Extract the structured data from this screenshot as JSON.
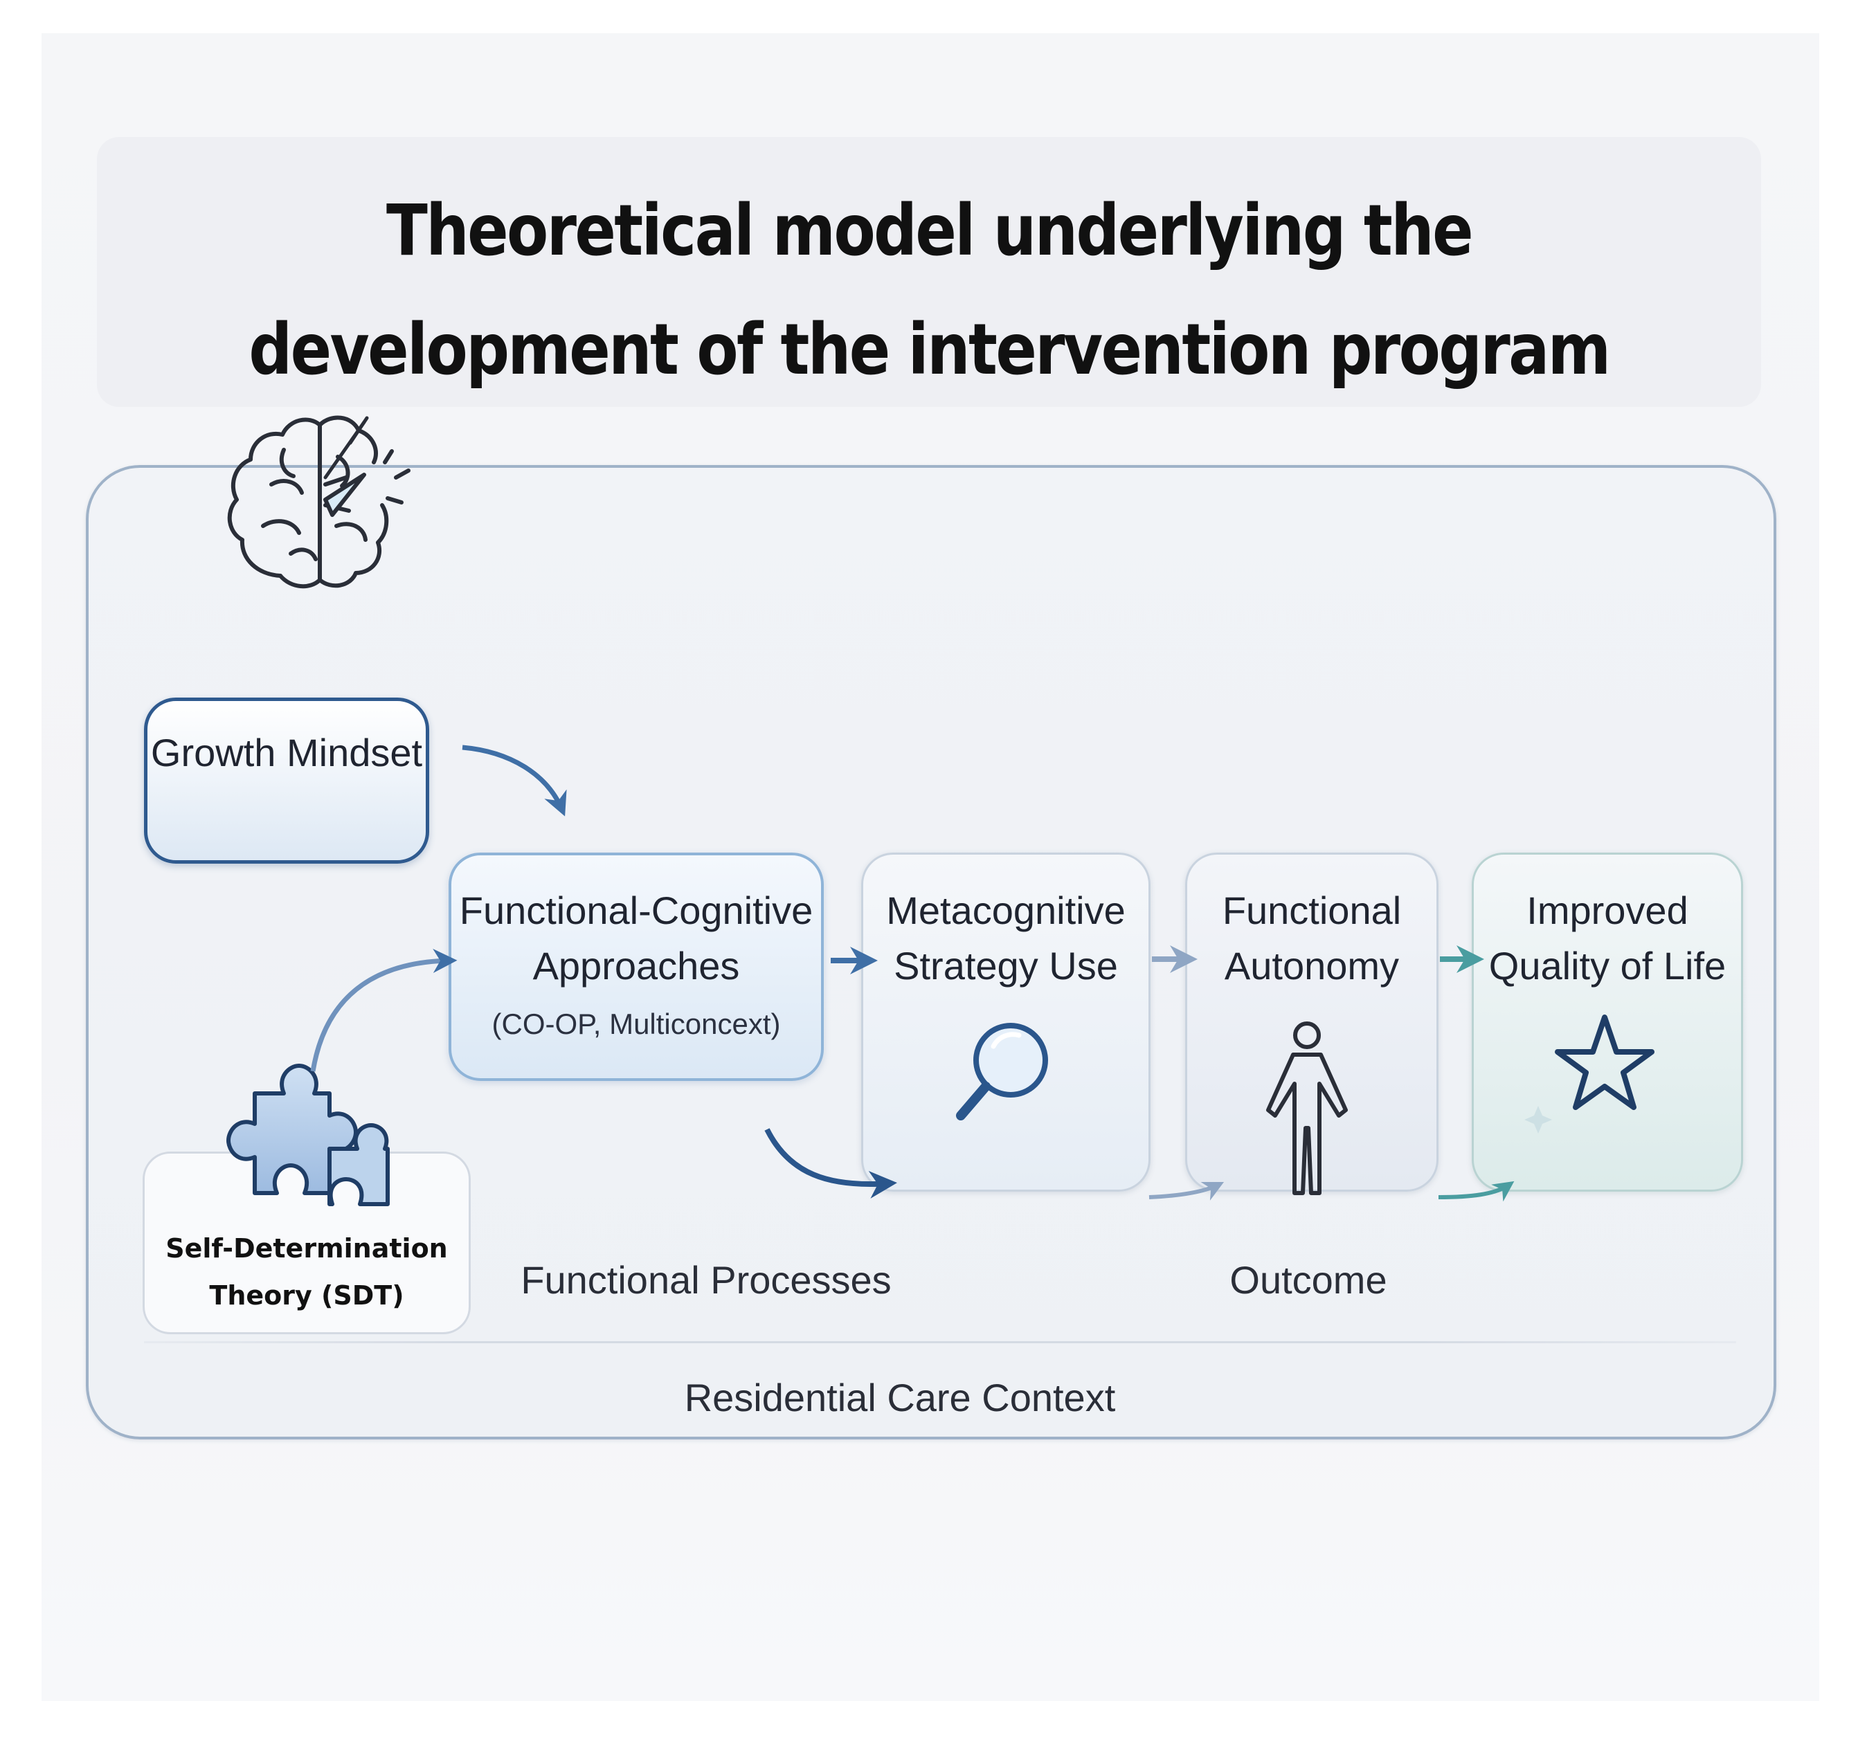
{
  "title": "Theoretical model underlying the development of the intervention program",
  "nodes": {
    "growth_mindset": "Growth Mindset",
    "self_determination_theory": "Self-Determination Theory (SDT)",
    "functional_cognitive": {
      "title": "Functional-Cognitive Approaches",
      "subtitle": "(CO-OP, Multiconcext)"
    },
    "metacognitive": "Metacognitive Strategy Use",
    "functional_autonomy": "Functional Autonomy",
    "quality_of_life": "Improved Quality of Life"
  },
  "labels": {
    "functional_processes": "Functional Processes",
    "outcome": "Outcome",
    "context": "Residential Care Context"
  },
  "icons": {
    "growth_mindset": "brain-icon",
    "self_determination_theory": "puzzle-icon",
    "metacognitive": "magnifier-icon",
    "functional_autonomy": "person-icon",
    "quality_of_life": "star-icon"
  },
  "colors": {
    "primary_blue": "#2f5a8f",
    "arrow_blue": "#3f6fa6",
    "arrow_light": "#8fa6c4",
    "arrow_teal": "#4a9da0"
  }
}
